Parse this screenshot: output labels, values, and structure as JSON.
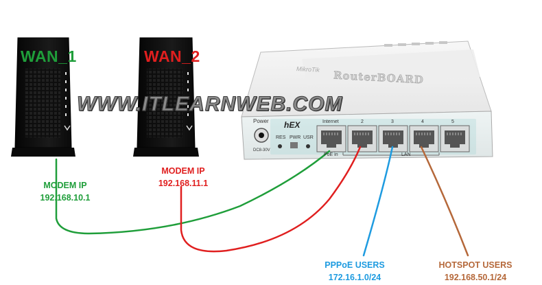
{
  "modems": [
    {
      "label": "WAN_1",
      "color": "#1f9e3a"
    },
    {
      "label": "WAN_2",
      "color": "#e01f1f"
    }
  ],
  "router": {
    "brand_small": "MikroTik",
    "brand": "RouterBOARD",
    "model": "hEX",
    "power_label": "Power",
    "power_spec": "DC8-30V",
    "buttons": [
      "RES",
      "PWR",
      "USR"
    ],
    "ports": [
      "Internet",
      "2",
      "3",
      "4",
      "5"
    ],
    "poe_label": "PoE in",
    "lan_label": "LAN"
  },
  "watermark": "WWW.ITLEARNWEB.COM",
  "annotations": {
    "modem1": {
      "title": "MODEM IP",
      "ip": "192.168.10.1",
      "color": "#1f9e3a"
    },
    "modem2": {
      "title": "MODEM IP",
      "ip": "192.168.11.1",
      "color": "#e01f1f"
    },
    "pppoe": {
      "title": "PPPoE USERS",
      "ip": "172.16.1.0/24",
      "color": "#1e9be0"
    },
    "hotspot": {
      "title": "HOTSPOT USERS",
      "ip": "192.168.50.1/24",
      "color": "#b5683a"
    }
  }
}
